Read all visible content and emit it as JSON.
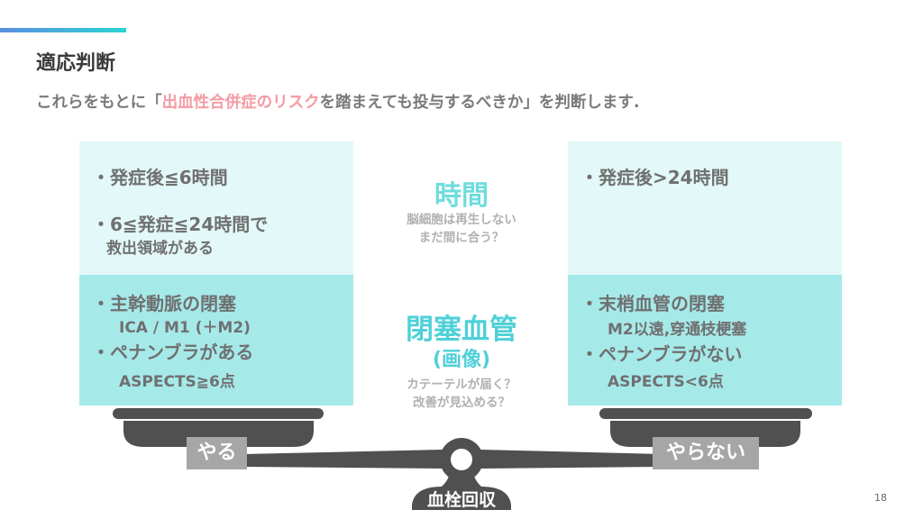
{
  "header": {
    "title": "適応判断",
    "subtitle_pre": "これらをもとに「",
    "subtitle_highlight": "出血性合併症のリスク",
    "subtitle_post": "を踏まえても投与するべきか」を判断します."
  },
  "left": {
    "time_items": [
      "・発症後≦6時間",
      "・6≦発症≦24時間で",
      "救出領域がある"
    ],
    "image_items": [
      "・主幹動脈の閉塞",
      "ICA / M1 (＋M2)",
      "・ペナンブラがある",
      "ASPECTS≧6点"
    ]
  },
  "center": {
    "time_title": "時間",
    "time_notes": [
      "脳細胞は再生しない",
      "まだ間に合う？"
    ],
    "image_title": "閉塞血管",
    "image_sub": "(画像)",
    "image_notes": [
      "カテーテルが届く？",
      "改善が見込める？"
    ]
  },
  "right": {
    "time_items": [
      "・発症後>24時間"
    ],
    "image_items": [
      "・末梢血管の閉塞",
      "M2以遠,穿通枝梗塞",
      "・ペナンブラがない",
      "ASPECTS<6点"
    ]
  },
  "scale": {
    "left_label": "やる",
    "right_label": "やらない",
    "base_label": "血栓回収"
  },
  "page_number": "18",
  "colors": {
    "light": "#e3f8f8",
    "dark": "#a6e9e9",
    "accent": "#6fdcdc",
    "highlight": "#f59aa3"
  }
}
